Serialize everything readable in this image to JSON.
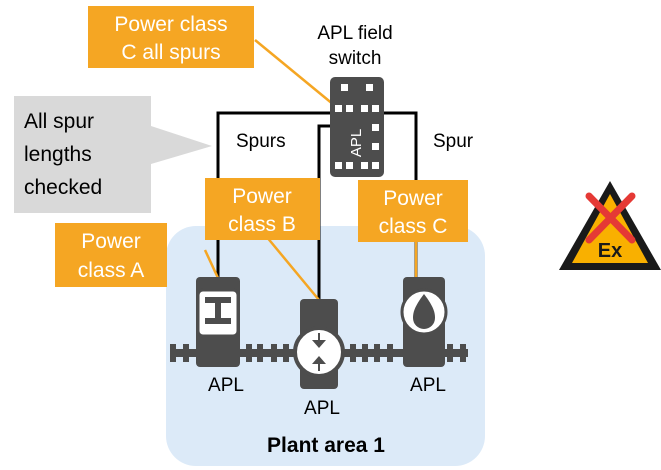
{
  "switch": {
    "title_line1": "APL field",
    "title_line2": "switch",
    "device_label": "APL"
  },
  "callouts": {
    "power_class_c_all_line1": "Power class",
    "power_class_c_all_line2": "C all spurs",
    "spur_lengths_line1": "All spur",
    "spur_lengths_line2": "lengths",
    "spur_lengths_line3": "checked",
    "power_class_b_line1": "Power",
    "power_class_b_line2": "class B",
    "power_class_c_line1": "Power",
    "power_class_c_line2": "class C",
    "power_class_a_line1": "Power",
    "power_class_a_line2": "class A"
  },
  "labels": {
    "spurs_left": "Spurs",
    "spur_right": "Spur"
  },
  "plant_area": {
    "label": "Plant area 1"
  },
  "devices": {
    "device_a_label": "APL",
    "device_b_label": "APL",
    "device_c_label": "APL"
  },
  "ex_sign": {
    "text": "Ex"
  },
  "colors": {
    "accent_orange": "#F5A623",
    "plant_area_fill": "#DCEAF8",
    "callout_gray": "#D9D9D9",
    "device_dark": "#4D4D4D",
    "cross_red": "#E53935",
    "ex_yellow": "#F9B000"
  }
}
